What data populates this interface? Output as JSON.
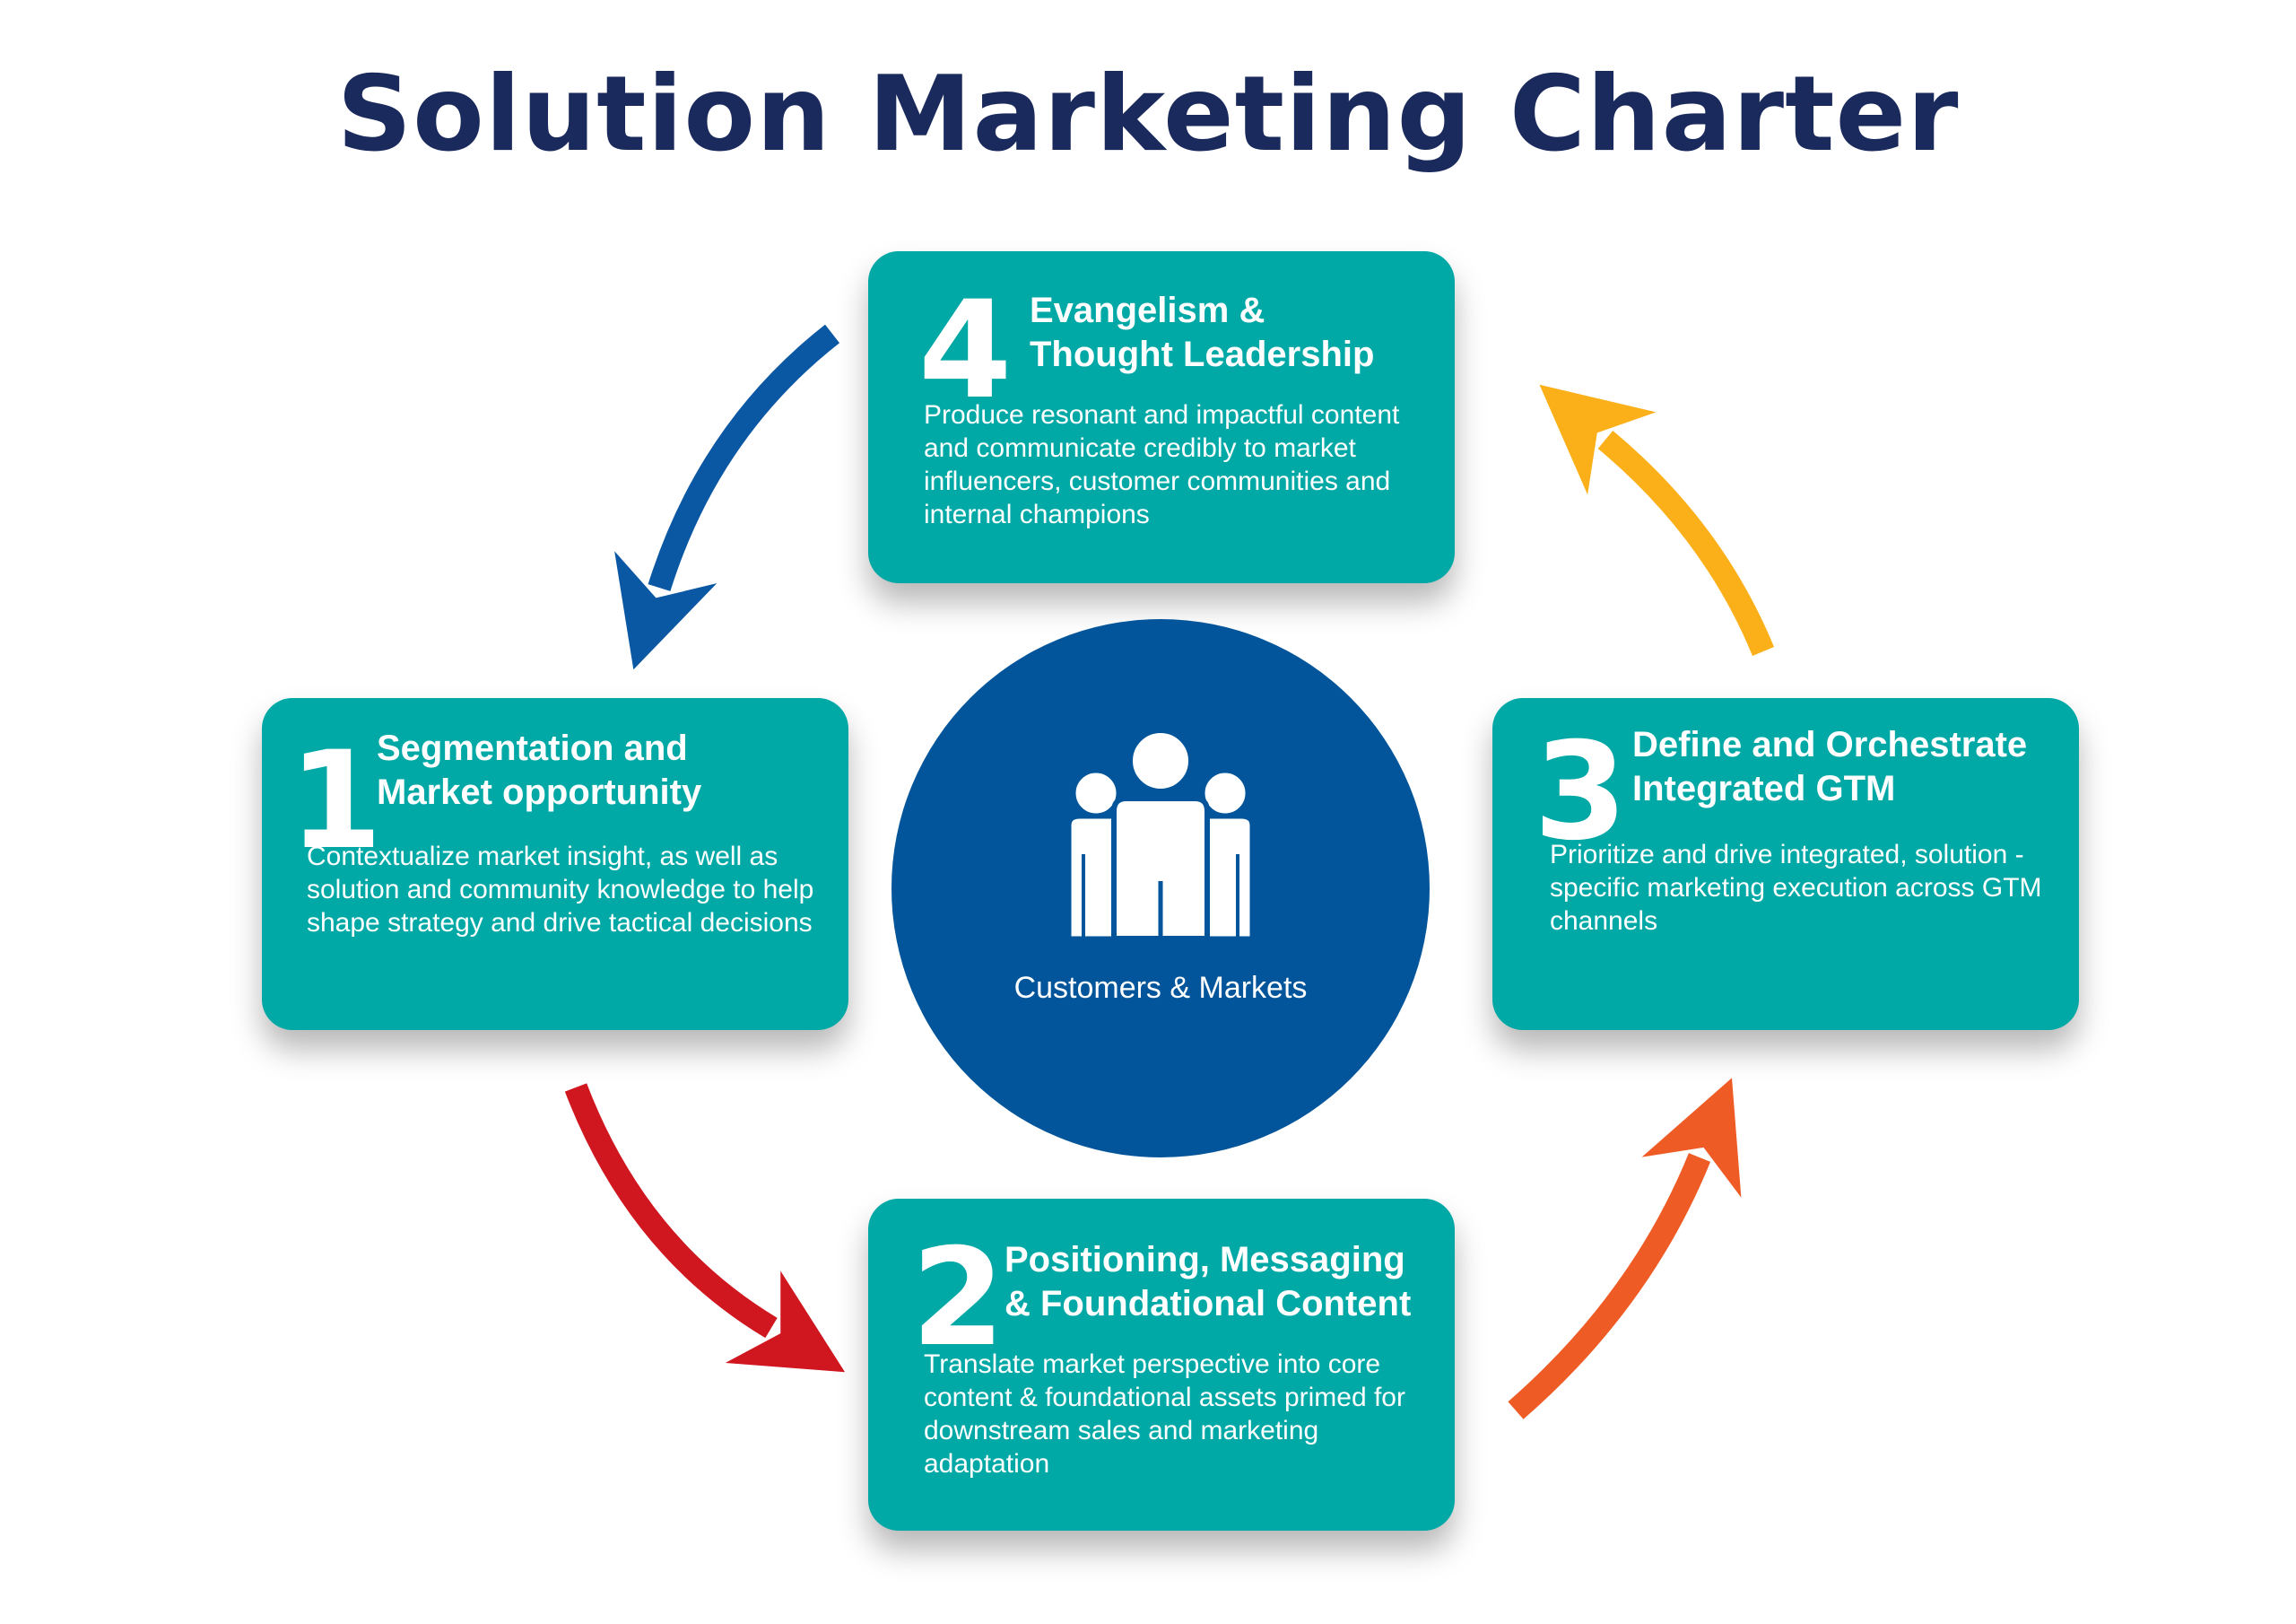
{
  "title": "Solution Marketing Charter",
  "center": {
    "label": "Customers & Markets",
    "icon": "people-group-icon"
  },
  "steps": [
    {
      "number": "1",
      "heading_line1": "Segmentation and",
      "heading_line2": "Market opportunity",
      "description": "Contextualize market insight, as well as solution and community knowledge to help shape strategy and drive tactical decisions"
    },
    {
      "number": "2",
      "heading_line1": "Positioning, Messaging",
      "heading_line2": "& Foundational Content",
      "description": "Translate market perspective into core content & foundational assets primed for downstream sales and marketing adaptation"
    },
    {
      "number": "3",
      "heading_line1": "Define and Orchestrate",
      "heading_line2": "Integrated GTM",
      "description": "Prioritize and drive integrated, solution - specific marketing execution across GTM channels"
    },
    {
      "number": "4",
      "heading_line1": "Evangelism &",
      "heading_line2": "Thought Leadership",
      "description": "Produce resonant and impactful content and communicate credibly to market influencers, customer communities and internal champions"
    }
  ],
  "colors": {
    "title": "#1b2a5c",
    "card": "#00a8a6",
    "center_circle": "#02559a",
    "arrow_4_to_1": "#0a57a4",
    "arrow_1_to_2": "#d0161f",
    "arrow_2_to_3": "#ef5b24",
    "arrow_3_to_4": "#fbb01a"
  }
}
